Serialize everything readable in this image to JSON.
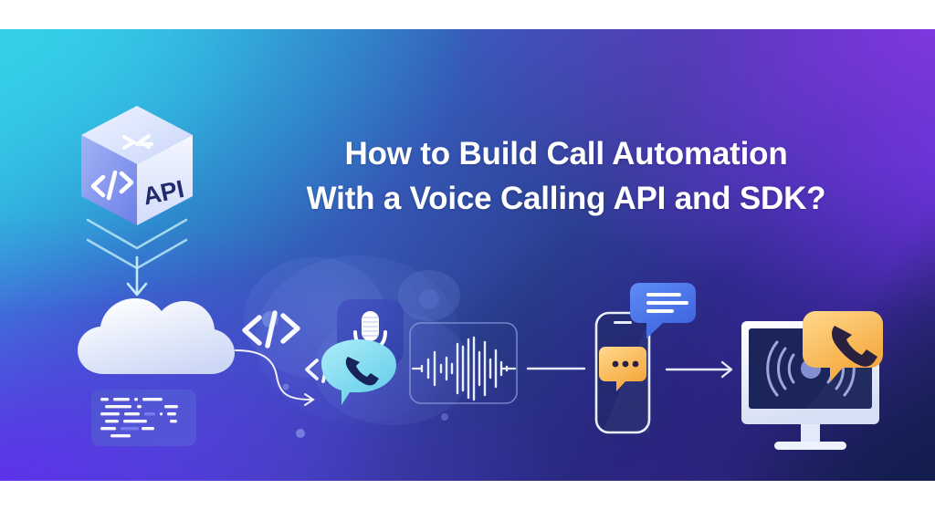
{
  "banner": {
    "title_line1": "How to Build Call Automation",
    "title_line2": "With a Voice Calling API and SDK?",
    "colors": {
      "cyan": "#2ec7e9",
      "blue": "#3558b6",
      "purple": "#7b35dc",
      "violet": "#5b30e8",
      "navy": "#161f4d",
      "amber": "#f8b448",
      "amber_light": "#ffcf7a",
      "bubble_blue": "#4a7bf0",
      "cyan_bubble": "#7fdcf2",
      "white": "#ffffff"
    },
    "icons": {
      "api_cube": {
        "name": "api-cube-icon",
        "left_face_label": "</>",
        "right_face_label": "API",
        "top_face_glyph": "code-bracket-glyph"
      },
      "chevrons": {
        "name": "chevron-stack-icon",
        "count": 2
      },
      "down_arrow": {
        "name": "arrow-down-icon"
      },
      "cloud": {
        "name": "cloud-icon"
      },
      "code_panel": {
        "name": "code-snippet-panel",
        "rows": [
          [
            18,
            36,
            7,
            44
          ],
          [
            58,
            10,
            30
          ],
          [
            42,
            34,
            16,
            6
          ],
          [
            30,
            52,
            14
          ],
          [
            34,
            26,
            28
          ],
          [
            44
          ]
        ]
      },
      "code_tag_large": {
        "name": "code-tag-icon",
        "label": "</>"
      },
      "code_tag_small": {
        "name": "code-tag-icon",
        "label": "</>"
      },
      "microphone": {
        "name": "microphone-icon"
      },
      "call_bubble": {
        "name": "call-bubble-icon"
      },
      "waveform": {
        "name": "audio-waveform-icon",
        "bars": [
          6,
          14,
          30,
          12,
          22,
          9,
          44,
          38,
          54,
          60,
          34,
          50,
          20,
          40,
          16,
          10,
          24,
          8,
          5
        ]
      },
      "smartphone": {
        "name": "smartphone-icon"
      },
      "chat_bubble_dots": {
        "name": "chat-bubble-dots-icon",
        "dots": 3
      },
      "message_bubble": {
        "name": "message-bubble-icon",
        "lines": 3
      },
      "monitor": {
        "name": "desktop-monitor-icon"
      },
      "signal": {
        "name": "broadcast-signal-icon"
      },
      "phone_bubble": {
        "name": "phone-bubble-icon"
      },
      "connector_curve": {
        "name": "connector-curve"
      },
      "connector_line": {
        "name": "connector-line"
      },
      "connector_arrow": {
        "name": "connector-arrow-right"
      }
    }
  }
}
